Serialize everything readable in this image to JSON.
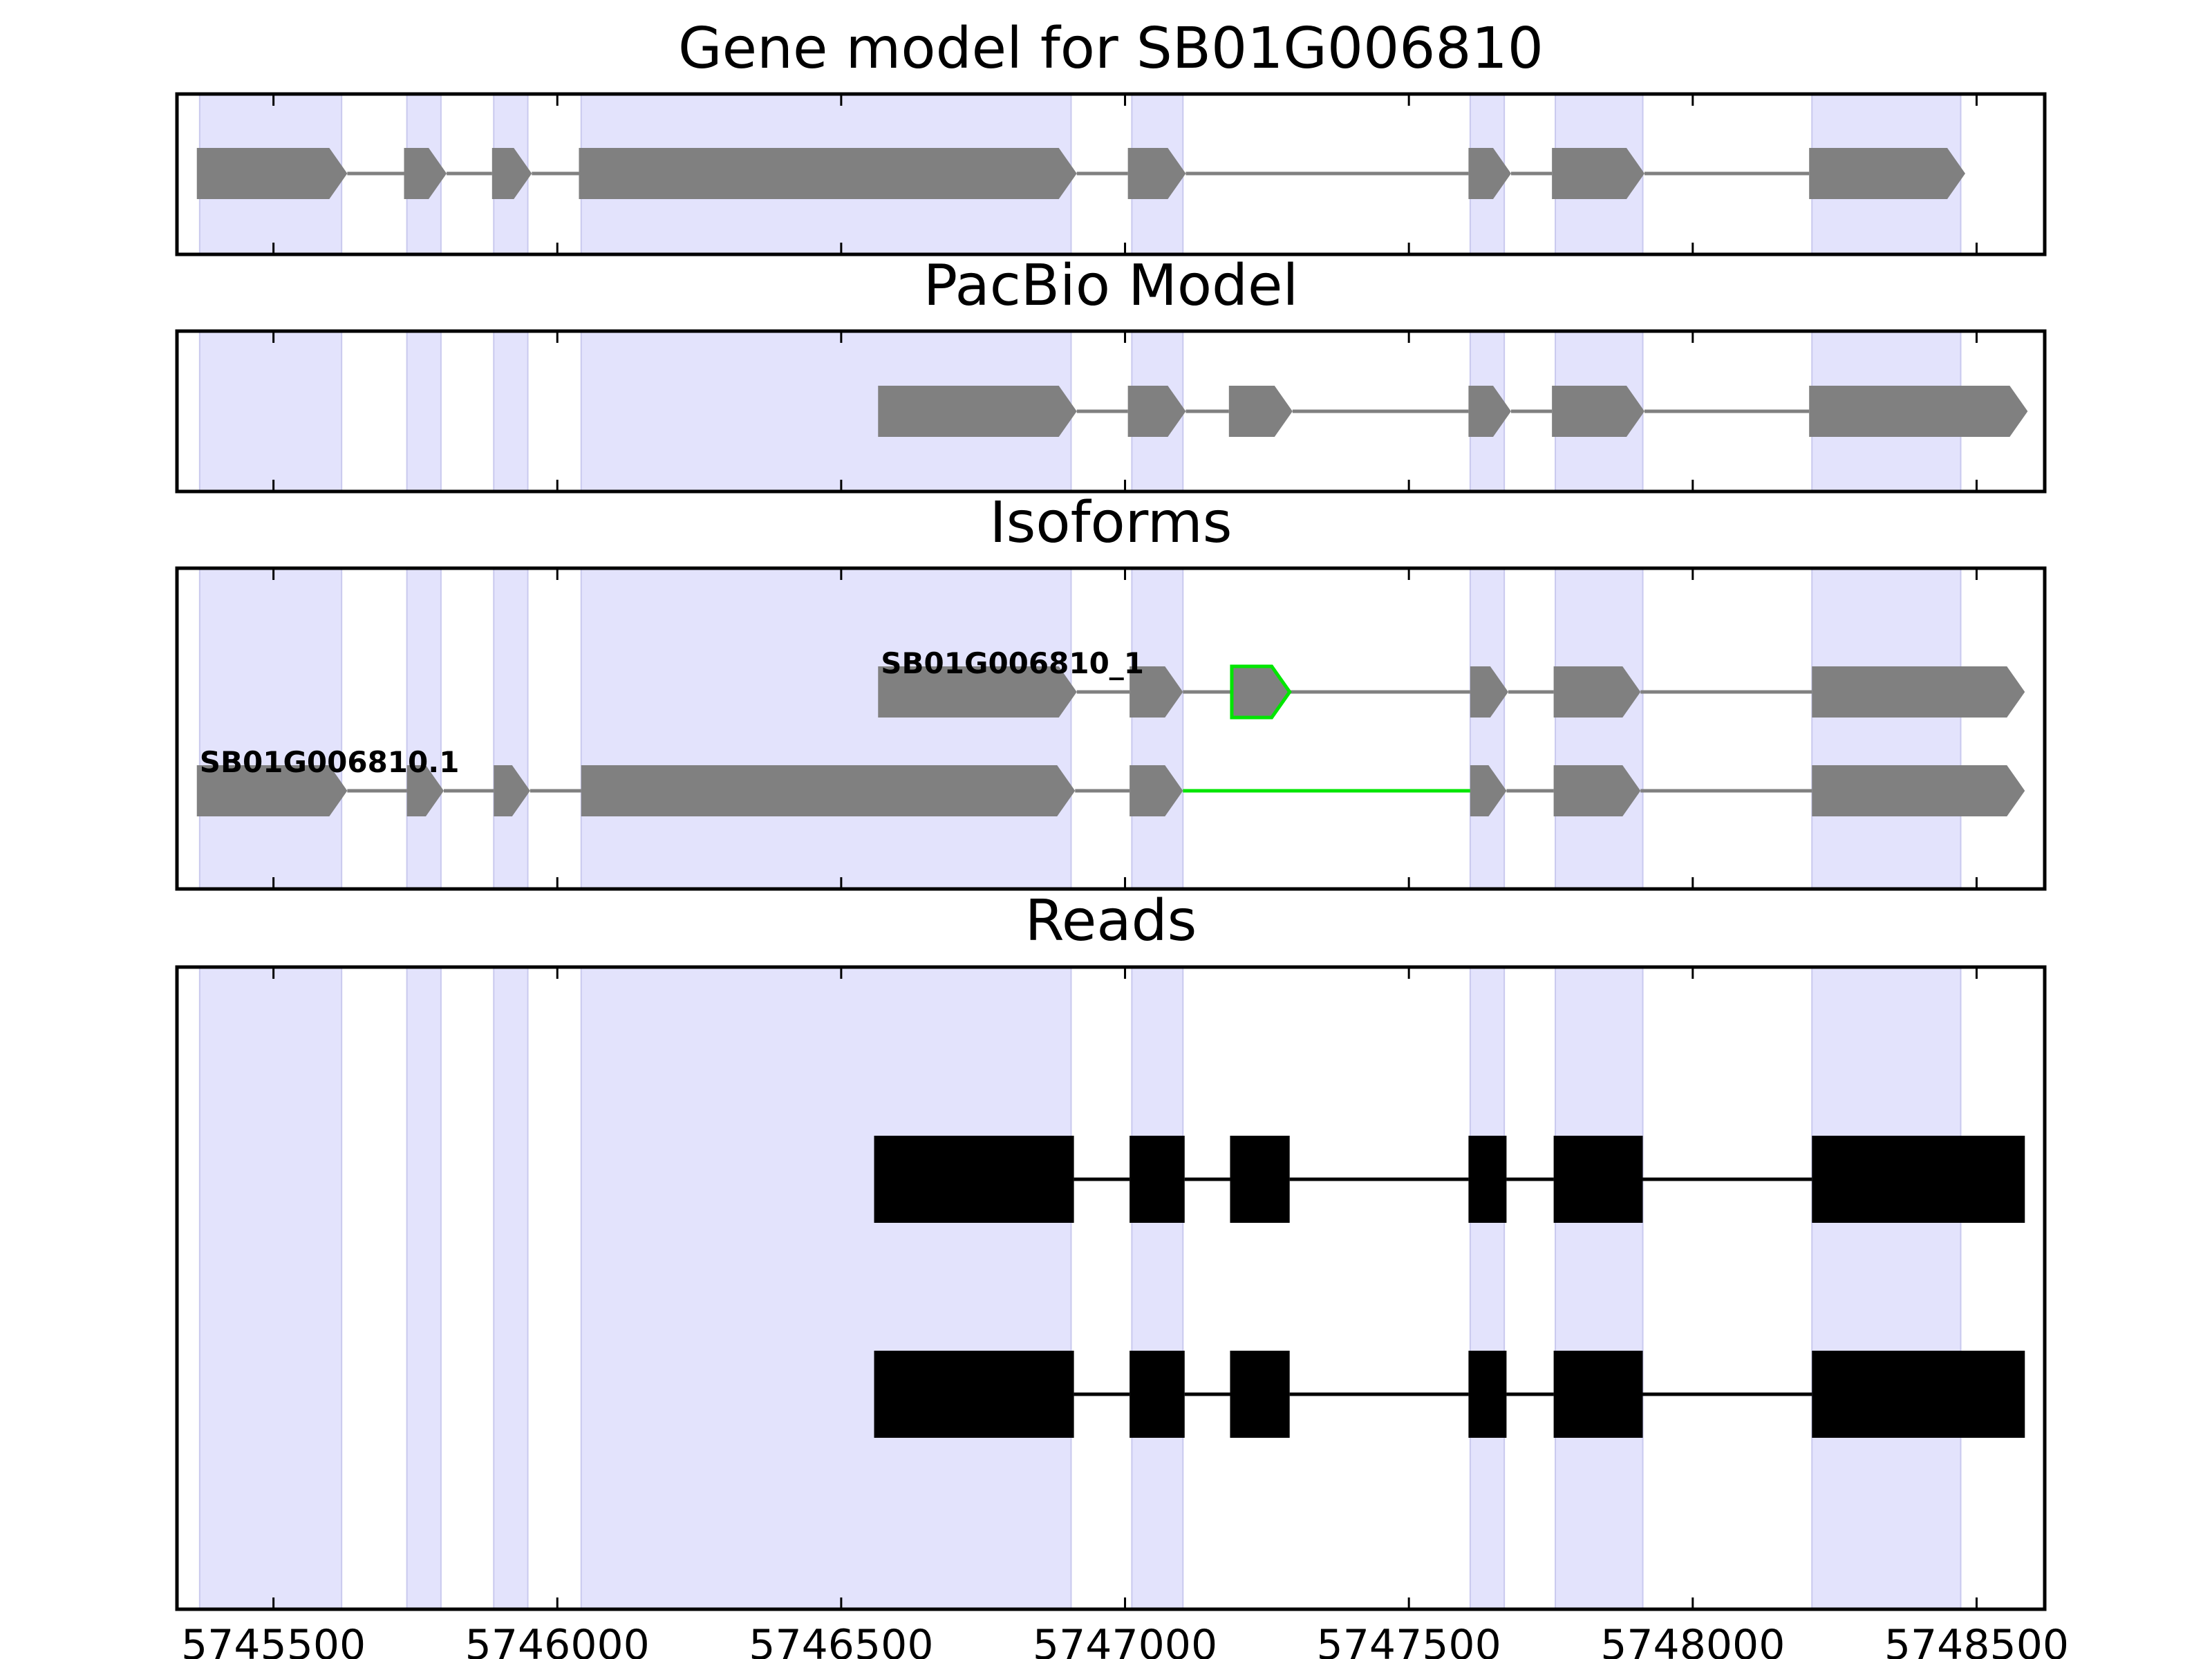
{
  "chart_data": {
    "type": "gene-model-tracks",
    "xlim": [
      5745330,
      5748620
    ],
    "x_ticks": [
      5745500,
      5746000,
      5746500,
      5747000,
      5747500,
      5748000,
      5748500
    ],
    "x_tick_labels": [
      "5745500",
      "5746000",
      "5746500",
      "5747000",
      "5747500",
      "5748000",
      "5748500"
    ],
    "highlight_regions": [
      [
        5745370,
        5745620
      ],
      [
        5745735,
        5745795
      ],
      [
        5745888,
        5745948
      ],
      [
        5746042,
        5746905
      ],
      [
        5747012,
        5747102
      ],
      [
        5747608,
        5747668
      ],
      [
        5747758,
        5747912
      ],
      [
        5748210,
        5748472
      ]
    ],
    "colors": {
      "highlight": "#e3e3fc",
      "highlight_edge": "#c9c9ee",
      "exon": "#808080",
      "intron": "#808080",
      "alt_highlight": "#00e600",
      "read": "#000000"
    },
    "tracks": [
      {
        "title": "Gene model for SB01G006810",
        "kind": "model",
        "rows": [
          {
            "label": "",
            "exons": [
              [
                5745365,
                5745630
              ],
              [
                5745730,
                5745805
              ],
              [
                5745885,
                5745955
              ],
              [
                5746038,
                5746915
              ],
              [
                5747005,
                5747107
              ],
              [
                5747605,
                5747680
              ],
              [
                5747752,
                5747915
              ],
              [
                5748205,
                5748480
              ]
            ]
          }
        ]
      },
      {
        "title": "PacBio Model",
        "kind": "model",
        "rows": [
          {
            "label": "",
            "exons": [
              [
                5746565,
                5746915
              ],
              [
                5747005,
                5747107
              ],
              [
                5747183,
                5747295
              ],
              [
                5747605,
                5747680
              ],
              [
                5747752,
                5747915
              ],
              [
                5748205,
                5748590
              ]
            ]
          }
        ]
      },
      {
        "title": "Isoforms",
        "kind": "isoforms",
        "rows": [
          {
            "label": "SB01G006810_1",
            "exons": [
              [
                5746565,
                5746915
              ],
              [
                5747008,
                5747102
              ],
              [
                5747188,
                5747290
              ],
              [
                5747608,
                5747675
              ],
              [
                5747755,
                5747908
              ],
              [
                5748210,
                5748585
              ]
            ],
            "highlight_exons": [
              2
            ],
            "highlight_introns": []
          },
          {
            "label": "SB01G006810.1",
            "exons": [
              [
                5745365,
                5745630
              ],
              [
                5745735,
                5745800
              ],
              [
                5745888,
                5745952
              ],
              [
                5746042,
                5746912
              ],
              [
                5747008,
                5747102
              ],
              [
                5747608,
                5747672
              ],
              [
                5747755,
                5747908
              ],
              [
                5748210,
                5748585
              ]
            ],
            "highlight_exons": [],
            "highlight_introns": [
              4
            ]
          }
        ]
      },
      {
        "title": "Reads",
        "kind": "reads",
        "rows": [
          {
            "label": "",
            "exons": [
              [
                5746558,
                5746910
              ],
              [
                5747008,
                5747105
              ],
              [
                5747185,
                5747290
              ],
              [
                5747605,
                5747672
              ],
              [
                5747755,
                5747912
              ],
              [
                5748210,
                5748585
              ]
            ]
          },
          {
            "label": "",
            "exons": [
              [
                5746558,
                5746910
              ],
              [
                5747008,
                5747105
              ],
              [
                5747185,
                5747290
              ],
              [
                5747605,
                5747672
              ],
              [
                5747755,
                5747912
              ],
              [
                5748210,
                5748585
              ]
            ]
          }
        ]
      }
    ]
  }
}
